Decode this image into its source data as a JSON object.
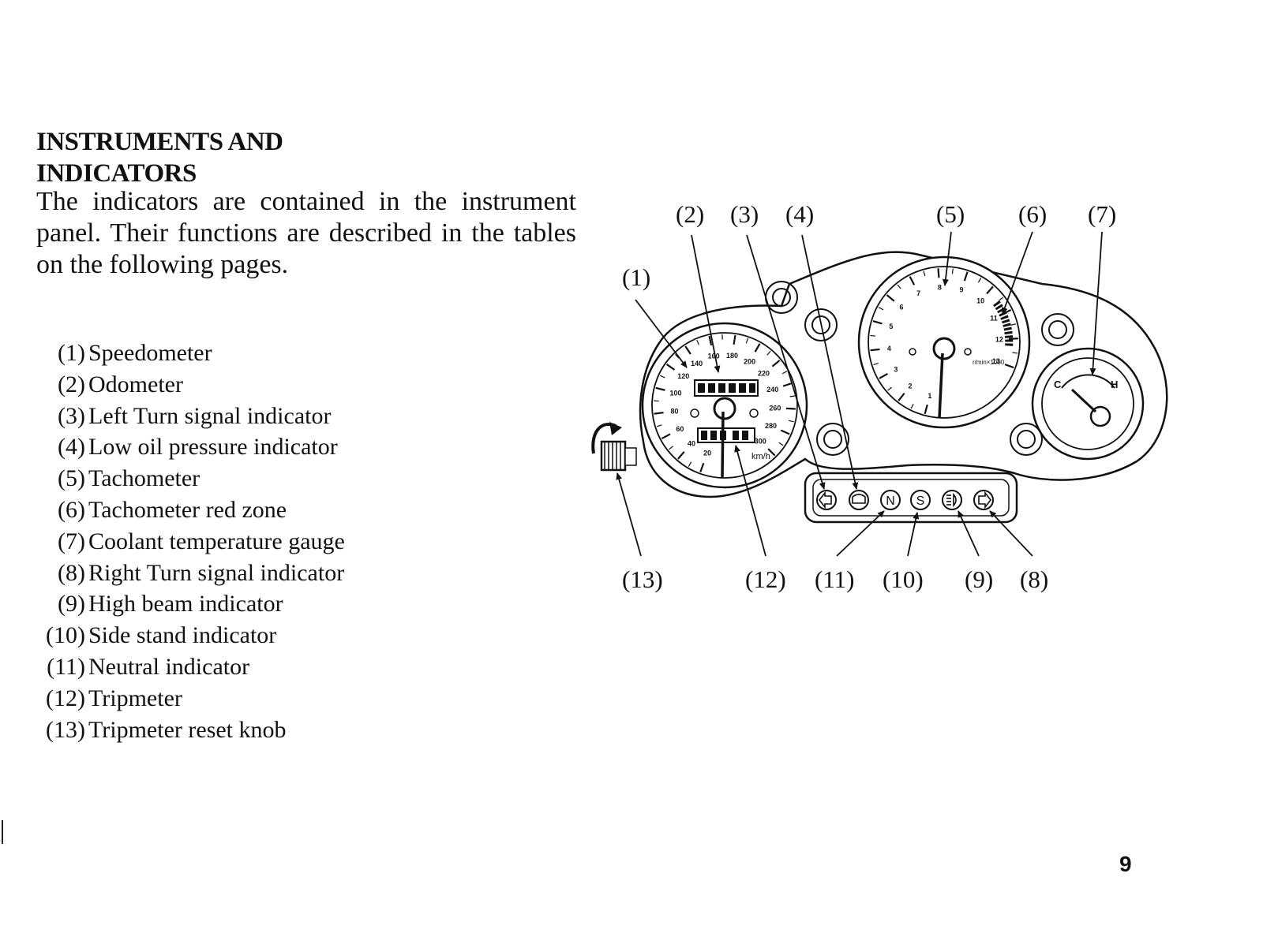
{
  "heading": {
    "line1": "INSTRUMENTS AND",
    "line2": "INDICATORS"
  },
  "intro": "The indicators are contained in the instrument panel. Their functions are described in the tables on the following pages.",
  "legend": [
    {
      "number": "(1)",
      "label": "Speedometer"
    },
    {
      "number": "(2)",
      "label": "Odometer"
    },
    {
      "number": "(3)",
      "label": "Left Turn signal indicator"
    },
    {
      "number": "(4)",
      "label": "Low oil pressure indicator"
    },
    {
      "number": "(5)",
      "label": "Tachometer"
    },
    {
      "number": "(6)",
      "label": "Tachometer red zone"
    },
    {
      "number": "(7)",
      "label": "Coolant temperature gauge"
    },
    {
      "number": "(8)",
      "label": "Right Turn signal indicator"
    },
    {
      "number": "(9)",
      "label": "High beam indicator"
    },
    {
      "number": "(10)",
      "label": "Side stand indicator"
    },
    {
      "number": "(11)",
      "label": "Neutral indicator"
    },
    {
      "number": "(12)",
      "label": "Tripmeter"
    },
    {
      "number": "(13)",
      "label": "Tripmeter reset knob"
    }
  ],
  "diagram": {
    "callouts": {
      "c1": "(1)",
      "c2": "(2)",
      "c3": "(3)",
      "c4": "(4)",
      "c5": "(5)",
      "c6": "(6)",
      "c7": "(7)",
      "c8": "(8)",
      "c9": "(9)",
      "c10": "(10)",
      "c11": "(11)",
      "c12": "(12)",
      "c13": "(13)"
    },
    "speedo_ticks": [
      "20",
      "40",
      "60",
      "80",
      "100",
      "120",
      "140",
      "160",
      "180",
      "200",
      "220",
      "240",
      "260",
      "280",
      "300"
    ],
    "speedo_unit": "km/h",
    "tacho_ticks": [
      "1",
      "2",
      "3",
      "4",
      "5",
      "6",
      "7",
      "8",
      "9",
      "10",
      "11",
      "12",
      "13"
    ],
    "tacho_unit": "r/min×1000",
    "temp_low": "C",
    "temp_high": "H",
    "indicator_glyphs": {
      "neutral": "N",
      "side_stand": "S"
    }
  },
  "page_number": "9"
}
